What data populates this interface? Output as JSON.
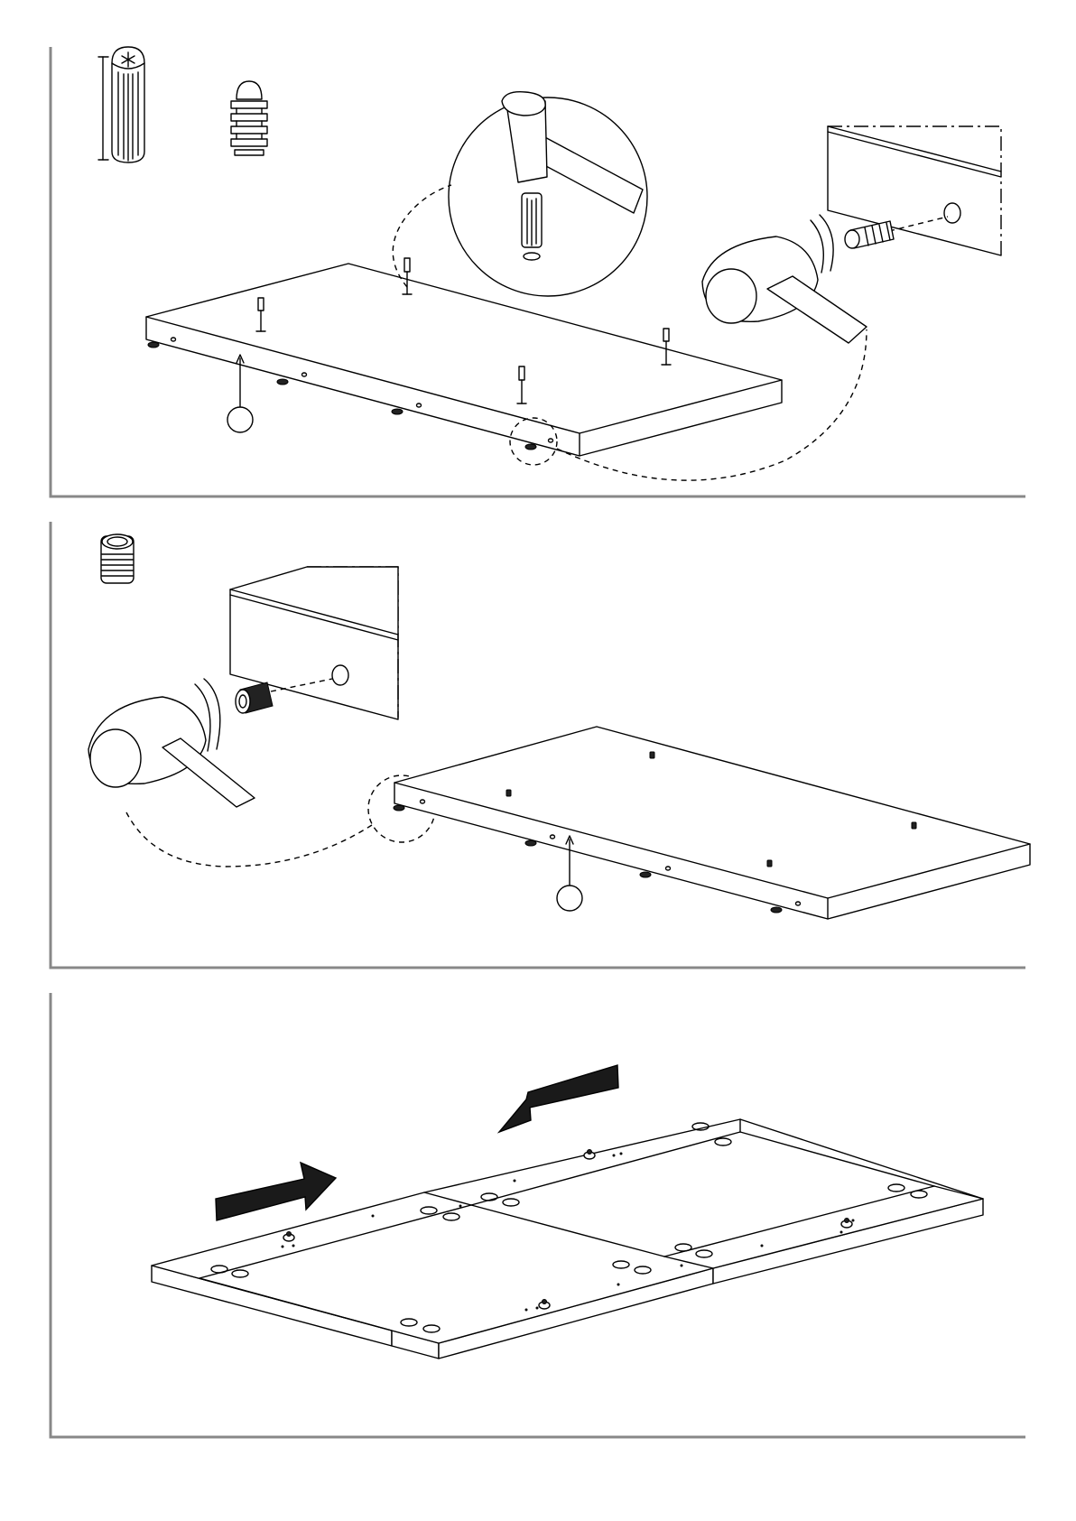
{
  "steps": [
    {
      "id": "step-1",
      "callout": ""
    },
    {
      "id": "step-2",
      "callout": ""
    },
    {
      "id": "step-3",
      "callout": ""
    }
  ],
  "colors": {
    "frame": "#888888",
    "line": "#000000",
    "arrow": "#1a1a1a"
  },
  "icons": [
    "wooden-dowel-icon",
    "plastic-dowel-icon",
    "threaded-insert-icon",
    "mallet-icon"
  ]
}
